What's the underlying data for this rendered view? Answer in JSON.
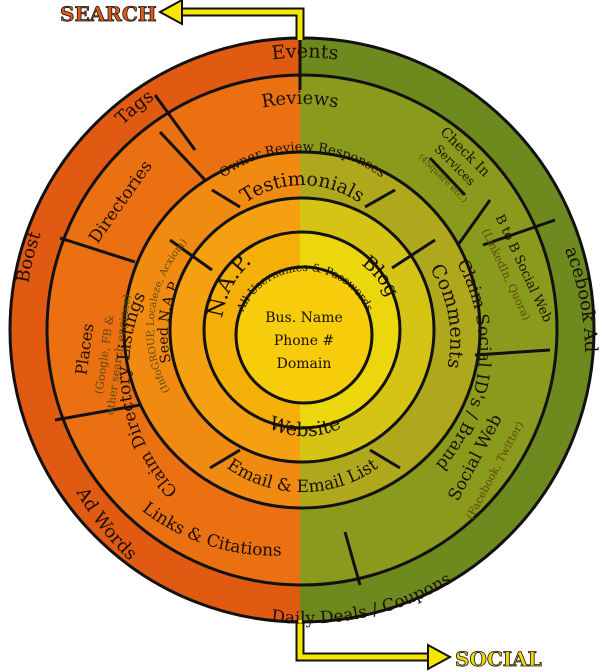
{
  "labels": {
    "search": "SEARCH",
    "social": "SOCIAL",
    "events": "Events",
    "reviews": "Reviews",
    "tags": "Tags",
    "directories": "Directories",
    "boost": "Boost",
    "places": "Places",
    "places_sub1": "(Google, FB &",
    "places_sub2": "other search engines)",
    "ad_words": "Ad Words",
    "links_citations": "Links & Citations",
    "daily_deals": "Daily Deals / Coupons",
    "facebook_ads": "Facebook Ads",
    "check_in": "Check In",
    "check_in_2": "Services",
    "check_in_sub": "(4Square etc.)",
    "b2b": "B to B Social Web",
    "b2b_sub": "(LinkedIn, Quora)",
    "social_web": "Social Web",
    "social_web_sub": "(Facebook, Twitter)",
    "owner_review": "Owner Review Responses",
    "testimonials": "Testimonials",
    "claim_directory": "Claim Directory Listings",
    "claim_social": "Claim Social ID's / Brand",
    "seed_nap": "Seed N.A.P.",
    "seed_nap_sub": "(InfoGROUP, Localeze, Acxiom)",
    "email_list": "Email & Email List",
    "nap": "N.A.P.",
    "blog": "Blog",
    "comments": "Comments",
    "website": "Website",
    "usernames": "All Usernames & Passwords",
    "center_1": "Bus. Name",
    "center_2": "Phone #",
    "center_3": "Domain"
  },
  "colors": {
    "search_side": "#e05a12",
    "social_side": "#6e8a1e",
    "orange_mid": "#f08a10",
    "yellow_mid": "#c8b81a",
    "inner_orange": "#f5a010",
    "inner_yellow": "#e0cc10",
    "core_orange": "#f5b008",
    "core_yellow": "#f0d808",
    "center": "#f7d00a",
    "arrow_fill": "#f7e600",
    "outline": "#111111"
  }
}
